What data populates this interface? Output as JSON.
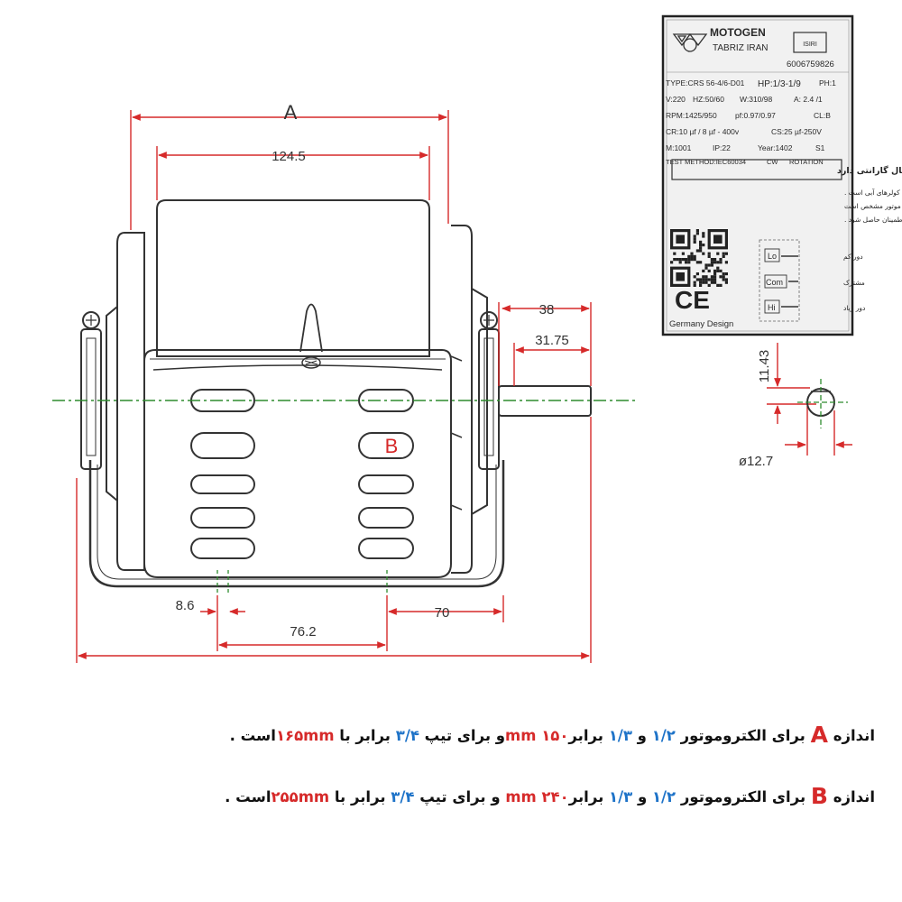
{
  "drawing": {
    "dimensions": {
      "a": "A",
      "b": "B",
      "d124": "124.5",
      "d38": "38",
      "d3175": "31.75",
      "d86": "8.6",
      "d762": "76.2",
      "d70": "70",
      "d1143": "11.43",
      "d127": "ø12.7"
    },
    "colors": {
      "line": "#333333",
      "centerline": "#2e8b2e",
      "accent_red": "#d62a2a",
      "accent_blue": "#1e73c8"
    }
  },
  "nameplate": {
    "brand": "MOTOGEN",
    "city": "TABRIZ IRAN",
    "serial": "6006759826",
    "std_mark": "ISIRI",
    "line1a": "TYPE:CRS 56-4/6-D01",
    "line1b": "HP:1/3-1/9",
    "line1c": "PH:1",
    "line2a": "V:220",
    "line2b": "HZ:50/60",
    "line2c": "W:310/98",
    "line2d": "A: 2.4 /1",
    "line3a": "RPM:1425/950",
    "line3b": "pf:0.97/0.97",
    "line3c": "CL:B",
    "line4a": "CR:10 µf / 8 µf - 400v",
    "line4b": "CS:25 µf-250V",
    "line5a": "M:1001",
    "line5b": "IP:22",
    "line5c": "Year:1402",
    "line5d": "S1",
    "line6a": "TEST METHOD:IEC60034",
    "line6b": "CW",
    "line6c": "ROTATION",
    "warranty": "این محصول سه سال گارانتی دارد",
    "note1": "استفاده از این الکتروموتور منحصر به کولرهای آبی است .",
    "note2": "جهت کشش تسمه بر روی دروپش موتور مشخص است",
    "note3": "توجه : از اتصال الکتروموتور به سیستم ارت اطمینان حاصل شود .",
    "wire_lo": "Lo",
    "wire_com": "Com",
    "wire_hi": "Hi",
    "wire_lo_fa": "دور کم",
    "wire_com_fa": "مشترک",
    "wire_hi_fa": "دور زیاد",
    "ce": "CE",
    "design": "Germany Design"
  },
  "notes": {
    "a": {
      "p1": "اندازه ",
      "letter": "A",
      "p2": " برای الکتروموتور ",
      "v1": "۱/۲",
      "p3": " و ",
      "v2": "۱/۳",
      "p4": " برابر",
      "v3": "۱۵۰ mm",
      "p5": "و برای تیپ ",
      "v4": "۳/۴",
      "p6": " برابر با ",
      "v5": "۱۶۵mm",
      "p7": "است ."
    },
    "b": {
      "p1": "اندازه ",
      "letter": "B",
      "p2": " برای الکتروموتور ",
      "v1": "۱/۲",
      "p3": " و ",
      "v2": "۱/۳",
      "p4": " برابر",
      "v3": "۲۴۰ mm",
      "p5": " و برای تیپ ",
      "v4": "۳/۴",
      "p6": " برابر با ",
      "v5": "۲۵۵mm",
      "p7": "است ."
    }
  }
}
